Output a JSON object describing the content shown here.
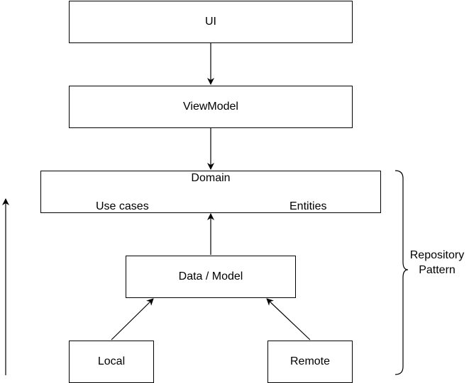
{
  "diagram": {
    "ui_box": {
      "label": "UI"
    },
    "viewmodel_box": {
      "label": "ViewModel"
    },
    "domain_box": {
      "label": "Domain",
      "use_cases_label": "Use cases",
      "entities_label": "Entities"
    },
    "data_model_box": {
      "label": "Data / Model"
    },
    "local_box": {
      "label": "Local"
    },
    "remote_box": {
      "label": "Remote"
    },
    "repository_pattern": {
      "line1": "Repository",
      "line2": "Pattern"
    },
    "colors": {
      "stroke": "#000000",
      "fill": "#ffffff",
      "text": "#000000"
    }
  }
}
